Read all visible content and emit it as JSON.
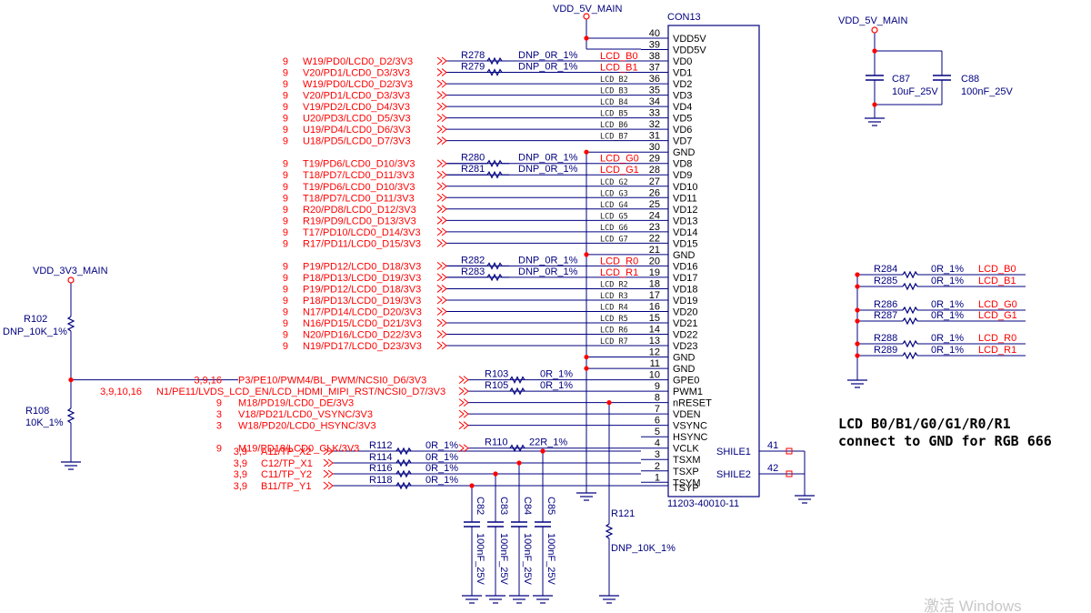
{
  "connector": {
    "ref": "CON13",
    "part": "11203-40010-11",
    "power_net": "VDD_5V_MAIN",
    "pins": [
      {
        "num": "40",
        "name": "VDD5V"
      },
      {
        "num": "39",
        "name": "VDD5V"
      },
      {
        "num": "38",
        "name": "VD0"
      },
      {
        "num": "37",
        "name": "VD1"
      },
      {
        "num": "36",
        "name": "VD2"
      },
      {
        "num": "35",
        "name": "VD3"
      },
      {
        "num": "34",
        "name": "VD4"
      },
      {
        "num": "33",
        "name": "VD5"
      },
      {
        "num": "32",
        "name": "VD6"
      },
      {
        "num": "31",
        "name": "VD7"
      },
      {
        "num": "30",
        "name": "GND"
      },
      {
        "num": "29",
        "name": "VD8"
      },
      {
        "num": "28",
        "name": "VD9"
      },
      {
        "num": "27",
        "name": "VD10"
      },
      {
        "num": "26",
        "name": "VD11"
      },
      {
        "num": "25",
        "name": "VD12"
      },
      {
        "num": "24",
        "name": "VD13"
      },
      {
        "num": "23",
        "name": "VD14"
      },
      {
        "num": "22",
        "name": "VD15"
      },
      {
        "num": "21",
        "name": "GND"
      },
      {
        "num": "20",
        "name": "VD16"
      },
      {
        "num": "19",
        "name": "VD17"
      },
      {
        "num": "18",
        "name": "VD18"
      },
      {
        "num": "17",
        "name": "VD19"
      },
      {
        "num": "16",
        "name": "VD20"
      },
      {
        "num": "15",
        "name": "VD21"
      },
      {
        "num": "14",
        "name": "VD22"
      },
      {
        "num": "13",
        "name": "VD23"
      },
      {
        "num": "12",
        "name": "GND"
      },
      {
        "num": "11",
        "name": "GND"
      },
      {
        "num": "10",
        "name": "GPE0"
      },
      {
        "num": "9",
        "name": "PWM1"
      },
      {
        "num": "8",
        "name": "nRESET"
      },
      {
        "num": "7",
        "name": "VDEN"
      },
      {
        "num": "6",
        "name": "VSYNC"
      },
      {
        "num": "5",
        "name": "HSYNC"
      },
      {
        "num": "4",
        "name": "VCLK"
      },
      {
        "num": "3",
        "name": "TSXM"
      },
      {
        "num": "2",
        "name": "TSXP"
      },
      {
        "num": "1",
        "name": "TSYM"
      }
    ],
    "pin_last_name": "TSYP",
    "shield": [
      {
        "name": "SHILE1",
        "num": "41"
      },
      {
        "name": "SHILE2",
        "num": "42"
      }
    ]
  },
  "nets_left": [
    {
      "sheet": "9",
      "label": "W19/PD0/LCD0_D2/3V3",
      "res": "R278",
      "val": "DNP_0R_1%",
      "wire": "LCD_B0",
      "wire_red": true
    },
    {
      "sheet": "9",
      "label": "V20/PD1/LCD0_D3/3V3",
      "res": "R279",
      "val": "DNP_0R_1%",
      "wire": "LCD_B1",
      "wire_red": true
    },
    {
      "sheet": "9",
      "label": "W19/PD0/LCD0_D2/3V3",
      "res": "",
      "val": "",
      "wire": "LCD_B2",
      "wire_red": false
    },
    {
      "sheet": "9",
      "label": "V20/PD1/LCD0_D3/3V3",
      "res": "",
      "val": "",
      "wire": "LCD_B3",
      "wire_red": false
    },
    {
      "sheet": "9",
      "label": "V19/PD2/LCD0_D4/3V3",
      "res": "",
      "val": "",
      "wire": "LCD_B4",
      "wire_red": false
    },
    {
      "sheet": "9",
      "label": "U20/PD3/LCD0_D5/3V3",
      "res": "",
      "val": "",
      "wire": "LCD_B5",
      "wire_red": false
    },
    {
      "sheet": "9",
      "label": "U19/PD4/LCD0_D6/3V3",
      "res": "",
      "val": "",
      "wire": "LCD_B6",
      "wire_red": false
    },
    {
      "sheet": "9",
      "label": "U18/PD5/LCD0_D7/3V3",
      "res": "",
      "val": "",
      "wire": "LCD_B7",
      "wire_red": false
    },
    null,
    {
      "sheet": "9",
      "label": "T19/PD6/LCD0_D10/3V3",
      "res": "R280",
      "val": "DNP_0R_1%",
      "wire": "LCD_G0",
      "wire_red": true
    },
    {
      "sheet": "9",
      "label": "T18/PD7/LCD0_D11/3V3",
      "res": "R281",
      "val": "DNP_0R_1%",
      "wire": "LCD_G1",
      "wire_red": true
    },
    {
      "sheet": "9",
      "label": "T19/PD6/LCD0_D10/3V3",
      "res": "",
      "val": "",
      "wire": "LCD_G2",
      "wire_red": false
    },
    {
      "sheet": "9",
      "label": "T18/PD7/LCD0_D11/3V3",
      "res": "",
      "val": "",
      "wire": "LCD_G3",
      "wire_red": false
    },
    {
      "sheet": "9",
      "label": "R20/PD8/LCD0_D12/3V3",
      "res": "",
      "val": "",
      "wire": "LCD_G4",
      "wire_red": false
    },
    {
      "sheet": "9",
      "label": "R19/PD9/LCD0_D13/3V3",
      "res": "",
      "val": "",
      "wire": "LCD_G5",
      "wire_red": false
    },
    {
      "sheet": "9",
      "label": "T17/PD10/LCD0_D14/3V3",
      "res": "",
      "val": "",
      "wire": "LCD_G6",
      "wire_red": false
    },
    {
      "sheet": "9",
      "label": "R17/PD11/LCD0_D15/3V3",
      "res": "",
      "val": "",
      "wire": "LCD_G7",
      "wire_red": false
    },
    null,
    {
      "sheet": "9",
      "label": "P19/PD12/LCD0_D18/3V3",
      "res": "R282",
      "val": "DNP_0R_1%",
      "wire": "LCD_R0",
      "wire_red": true
    },
    {
      "sheet": "9",
      "label": "P18/PD13/LCD0_D19/3V3",
      "res": "R283",
      "val": "DNP_0R_1%",
      "wire": "LCD_R1",
      "wire_red": true
    },
    {
      "sheet": "9",
      "label": "P19/PD12/LCD0_D18/3V3",
      "res": "",
      "val": "",
      "wire": "LCD_R2",
      "wire_red": false
    },
    {
      "sheet": "9",
      "label": "P18/PD13/LCD0_D19/3V3",
      "res": "",
      "val": "",
      "wire": "LCD_R3",
      "wire_red": false
    },
    {
      "sheet": "9",
      "label": "N17/PD14/LCD0_D20/3V3",
      "res": "",
      "val": "",
      "wire": "LCD_R4",
      "wire_red": false
    },
    {
      "sheet": "9",
      "label": "N16/PD15/LCD0_D21/3V3",
      "res": "",
      "val": "",
      "wire": "LCD_R5",
      "wire_red": false
    },
    {
      "sheet": "9",
      "label": "N20/PD16/LCD0_D22/3V3",
      "res": "",
      "val": "",
      "wire": "LCD_R6",
      "wire_red": false
    },
    {
      "sheet": "9",
      "label": "N19/PD17/LCD0_D23/3V3",
      "res": "",
      "val": "",
      "wire": "LCD_R7",
      "wire_red": false
    }
  ],
  "ctrl_nets": [
    {
      "sheet": "3,9,16",
      "label": "P3/PE10/PWM4/BL_PWM/NCSI0_D6/3V3",
      "res": "R103",
      "val": "0R_1%"
    },
    {
      "sheet": "3,9,10,16",
      "label": "N1/PE11/LVDS_LCD_EN/LCD_HDMI_MIPI_RST/NCSI0_D7/3V3",
      "res": "R105",
      "val": "0R_1%"
    },
    {
      "sheet": "9",
      "label": "M18/PD19/LCD0_DE/3V3",
      "res": "",
      "val": ""
    },
    {
      "sheet": "3",
      "label": "V18/PD21/LCD0_VSYNC/3V3",
      "res": "",
      "val": ""
    },
    {
      "sheet": "3",
      "label": "W18/PD20/LCD0_HSYNC/3V3",
      "res": "",
      "val": ""
    },
    {
      "sheet": "9",
      "label": "M19/PD18/LCD0_CLK/3V3",
      "res": "R110",
      "val": "22R_1%"
    }
  ],
  "touch_nets": [
    {
      "sheet": "3,9",
      "label": "A11/TP_X2",
      "res": "R112",
      "val": "0R_1%"
    },
    {
      "sheet": "3,9",
      "label": "C12/TP_X1",
      "res": "R114",
      "val": "0R_1%"
    },
    {
      "sheet": "3,9",
      "label": "C11/TP_Y2",
      "res": "R116",
      "val": "0R_1%"
    },
    {
      "sheet": "3,9",
      "label": "B11/TP_Y1",
      "res": "R118",
      "val": "0R_1%"
    }
  ],
  "touch_caps": [
    {
      "ref": "C82",
      "val": "100nF_25V"
    },
    {
      "ref": "C83",
      "val": "100nF_25V"
    },
    {
      "ref": "C84",
      "val": "100nF_25V"
    },
    {
      "ref": "C85",
      "val": "100nF_25V"
    }
  ],
  "left_power": {
    "net": "VDD_3V3_MAIN",
    "r_top": {
      "ref": "R102",
      "val": "DNP_10K_1%"
    },
    "r_bot": {
      "ref": "R108",
      "val": "10K_1%"
    }
  },
  "r121": {
    "ref": "R121",
    "val": "DNP_10K_1%"
  },
  "decoupling": {
    "net": "VDD_5V_MAIN",
    "caps": [
      {
        "ref": "C87",
        "val": "10uF_25V"
      },
      {
        "ref": "C88",
        "val": "100nF_25V"
      }
    ]
  },
  "rgb_res": [
    {
      "ref": "R284",
      "val": "0R_1%",
      "net": "LCD_B0"
    },
    {
      "ref": "R285",
      "val": "0R_1%",
      "net": "LCD_B1"
    },
    {
      "ref": "R286",
      "val": "0R_1%",
      "net": "LCD_G0"
    },
    {
      "ref": "R287",
      "val": "0R_1%",
      "net": "LCD_G1"
    },
    {
      "ref": "R288",
      "val": "0R_1%",
      "net": "LCD_R0"
    },
    {
      "ref": "R289",
      "val": "0R_1%",
      "net": "LCD_R1"
    }
  ],
  "note": [
    "LCD B0/B1/G0/G1/R0/R1",
    "connect to GND for RGB 666"
  ],
  "watermark": "激活 Windows",
  "colors": {
    "wire": "#000080",
    "label": "#ff0000",
    "body": "#000080"
  }
}
